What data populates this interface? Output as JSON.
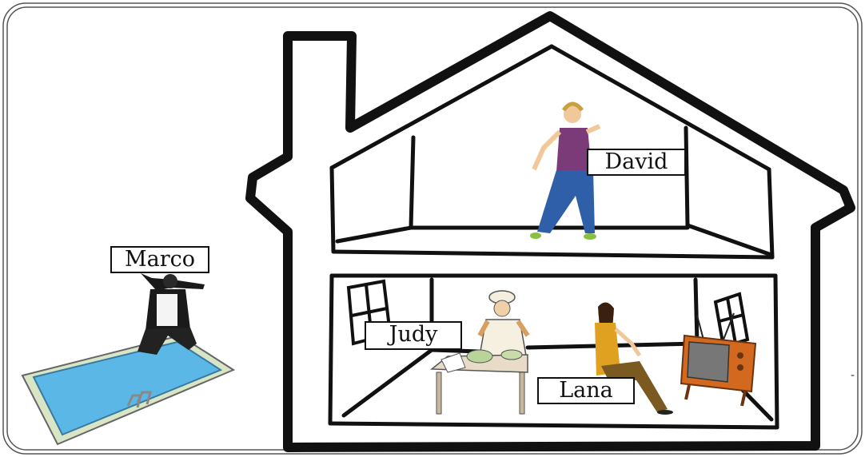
{
  "names": {
    "marco": "Marco",
    "david": "David",
    "judy": "Judy",
    "lana": "Lana"
  },
  "stray_mark": "-",
  "colors": {
    "outline": "#111111",
    "pool_water": "#5bb8e6",
    "pool_deck": "#d8e6c6",
    "tv_body": "#d2691e",
    "david_shirt": "#7a3b78",
    "david_jeans": "#2f5fa8",
    "lana_shirt": "#e0a020",
    "lana_pants": "#7a5a20"
  }
}
